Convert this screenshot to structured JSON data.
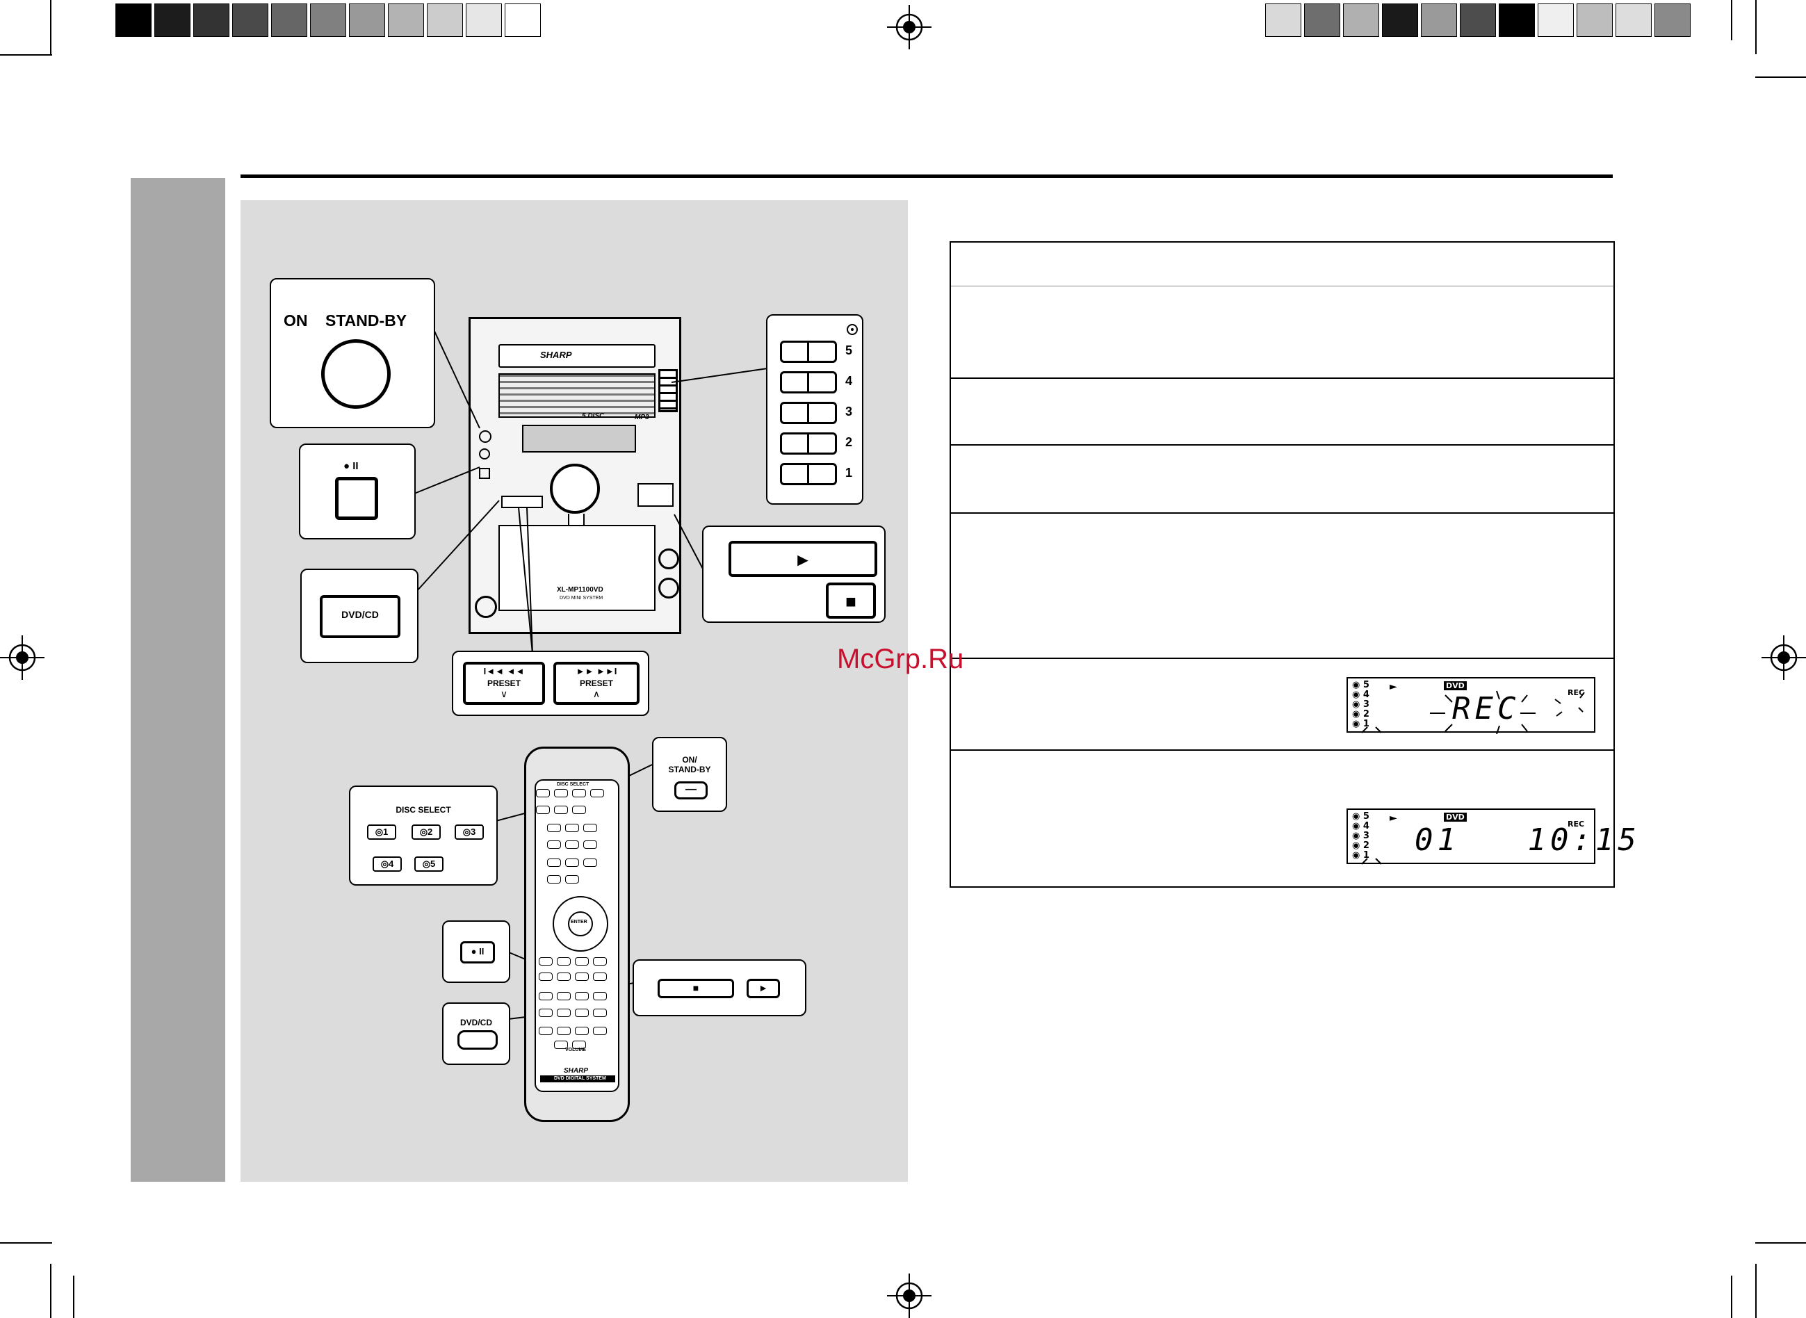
{
  "colors": {
    "side_tab": "#a8a8a8",
    "panel_bg": "#dcdcdc",
    "swatches_left": [
      "#000000",
      "#1c1c1c",
      "#333333",
      "#4a4a4a",
      "#666666",
      "#808080",
      "#999999",
      "#b3b3b3",
      "#cccccc",
      "#e6e6e6",
      "#ffffff"
    ],
    "swatches_right": [
      "#d9d9d9",
      "#6e6e6e",
      "#b0b0b0",
      "#1a1a1a",
      "#9a9a9a",
      "#4d4d4d",
      "#000000",
      "#efefef",
      "#bdbdbd",
      "#dddddd",
      "#8a8a8a"
    ]
  },
  "watermark": "McGrp.Ru",
  "main_unit": {
    "brand": "SHARP",
    "model": "XL-MP1100VD",
    "subtitle": "DVD MINI SYSTEM",
    "mp3_badge": "MP3",
    "disc_badge": "5 DISC"
  },
  "callouts": {
    "power": {
      "on": "ON",
      "standby": "STAND-BY"
    },
    "rec_pause_symbol": "● II",
    "dvd_cd": "DVD/CD",
    "disc_numbers": [
      "5",
      "4",
      "3",
      "2",
      "1"
    ],
    "play_symbol": "►",
    "stop_symbol": "■",
    "preset_down": {
      "symbols": "I◄◄ ◄◄",
      "label": "PRESET",
      "arrow": "∨"
    },
    "preset_up": {
      "symbols": "►► ►►I",
      "label": "PRESET",
      "arrow": "∧"
    },
    "remote_power": {
      "line1": "ON/",
      "line2": "STAND-BY",
      "symbol": "—"
    },
    "disc_select": {
      "title": "DISC SELECT",
      "buttons": [
        "1",
        "2",
        "3",
        "4",
        "5"
      ]
    },
    "remote_rec_pause": "● II",
    "remote_dvd_cd": "DVD/CD",
    "remote_stop": "■",
    "remote_play": "►"
  },
  "remote": {
    "brand": "SHARP",
    "model_label": "DVD DIGITAL SYSTEM",
    "disc_select_label": "DISC SELECT",
    "enter": "ENTER",
    "volume": "VOLUME"
  },
  "display_1": {
    "disc_icons": [
      "5",
      "4",
      "3",
      "2",
      "1"
    ],
    "source": "DVD",
    "rec": "REC",
    "text": "REC"
  },
  "display_2": {
    "disc_icons": [
      "5",
      "4",
      "3",
      "2",
      "1"
    ],
    "source": "DVD",
    "rec": "REC",
    "text": "01   10:15"
  }
}
